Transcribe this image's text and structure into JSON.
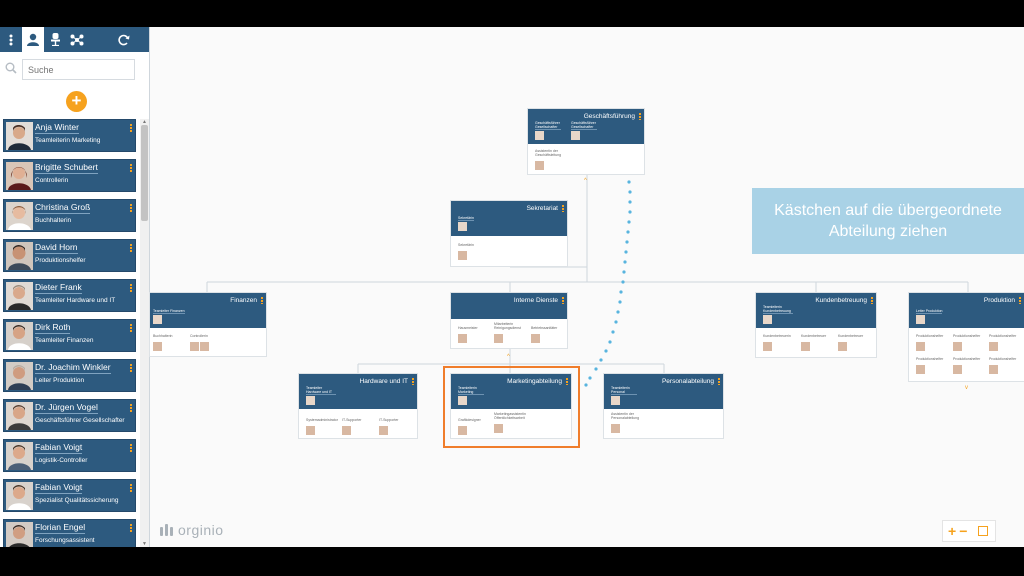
{
  "search": {
    "placeholder": "Suche"
  },
  "add_button": "+",
  "people": [
    {
      "name": "Anja Winter",
      "title": "Teamleiterin Marketing"
    },
    {
      "name": "Brigitte Schubert",
      "title": "Controllerin"
    },
    {
      "name": "Christina Groß",
      "title": "Buchhalterin"
    },
    {
      "name": "David Horn",
      "title": "Produktionshelfer"
    },
    {
      "name": "Dieter Frank",
      "title": "Teamleiter Hardware und IT"
    },
    {
      "name": "Dirk Roth",
      "title": "Teamleiter Finanzen"
    },
    {
      "name": "Dr. Joachim Winkler",
      "title": "Leiter Produktion"
    },
    {
      "name": "Dr. Jürgen Vogel",
      "title": "Geschäftsführer Gesellschafter"
    },
    {
      "name": "Fabian Voigt",
      "title": "Logistik-Controller"
    },
    {
      "name": "Fabian Voigt",
      "title": "Spezialist Qualitätssicherung"
    },
    {
      "name": "Florian Engel",
      "title": "Forschungsassistent"
    }
  ],
  "units": {
    "geschaeftsfuehrung": {
      "title": "Geschäftsführung",
      "lead1": "Geschäftsführer Gesellschafter",
      "lead2": "Geschäftsführer Gesellschafter",
      "member": "Assistentin der Geschäftsleitung"
    },
    "sekretariat": {
      "title": "Sekretariat",
      "lead": "Sekretärin",
      "member": "Sekretärin"
    },
    "interne_dienste": {
      "title": "Interne Dienste",
      "m1": "Hausmeister",
      "m2": "Mitarbeiterin Reinigungsdienst",
      "m3": "Betriebssanitäter"
    },
    "finanzen": {
      "title": "Finanzen",
      "lead": "Teamleiter Finanzen",
      "m1": "Buchhalterin",
      "m2": "Controllerin"
    },
    "kundenbetreuung": {
      "title": "Kundenbetreuung",
      "lead": "Teamleiterin Kundenbetreuung",
      "m1": "Kundenbetreuerin",
      "m2": "Kundenbetreuer",
      "m3": "Kundenbetreuer"
    },
    "produktion": {
      "title": "Produktion",
      "lead": "Leiter Produktion",
      "m1": "Produktionshelfer",
      "m2": "Produktionshelfer",
      "m3": "Produktionshelfer",
      "m4": "Produktionshelfer",
      "m5": "Produktionshelfer",
      "m6": "Produktionshelfer"
    },
    "hardware": {
      "title": "Hardware und IT",
      "lead": "Teamleiter Hardware und IT",
      "m1": "Systemadministrator",
      "m2": "IT-Supporter",
      "m3": "IT-Supporter"
    },
    "marketing": {
      "title": "Marketingabteilung",
      "lead": "Teamleiterin Marketing",
      "m1": "Grafikdesigner",
      "m2": "Marketingassistentin Öffentlichkeitsarbeit"
    },
    "personal": {
      "title": "Personalabteilung",
      "lead": "Teamleiterin Personal",
      "m1": "Assistentin der Personalabteilung"
    }
  },
  "hint": "Kästchen auf die übergeordnete Abteilung ziehen",
  "logo": "orginio",
  "zoom": {
    "plus": "+",
    "minus": "−"
  },
  "colors": {
    "primary": "#2d5a7f",
    "accent": "#f6a21e",
    "selection": "#f07d2b",
    "hint_bg": "#a9d2e6",
    "connector_dots": "#58b4de"
  }
}
